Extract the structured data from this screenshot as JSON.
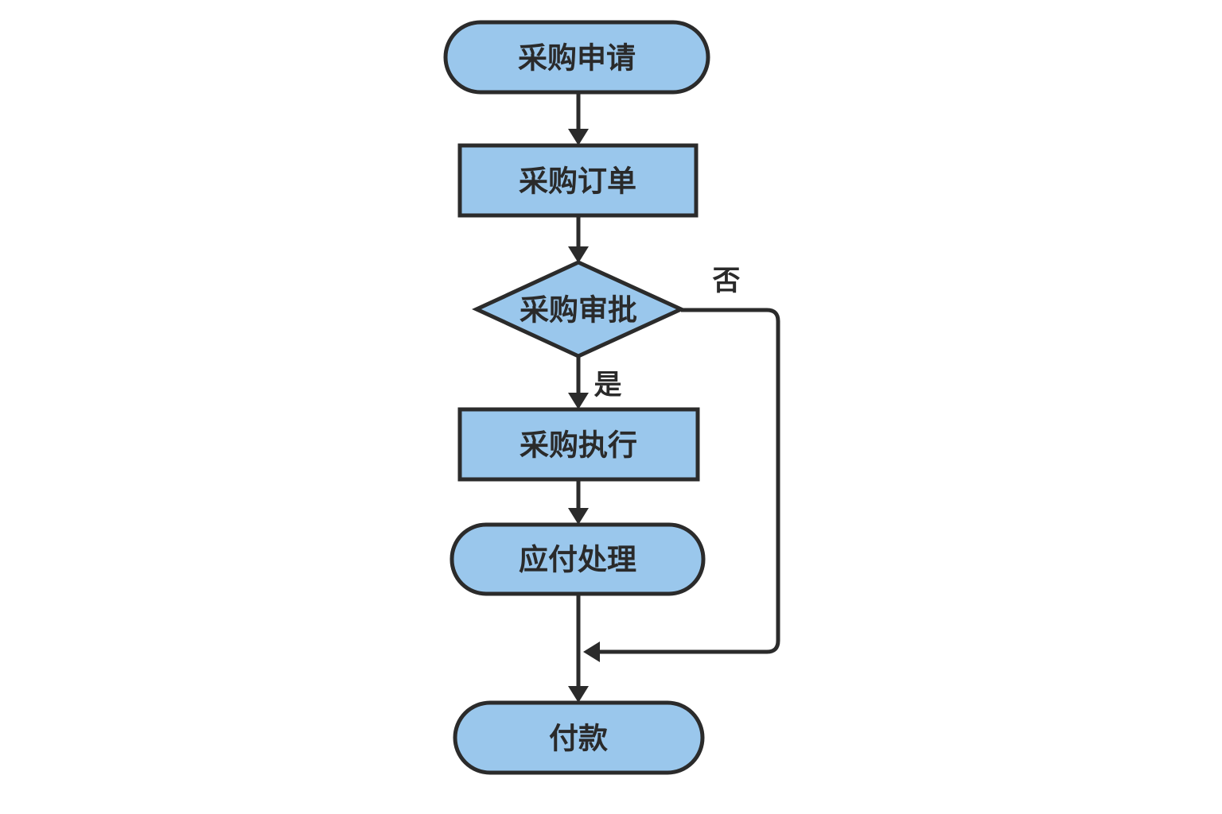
{
  "diagram": {
    "type": "flowchart",
    "language": "zh-CN",
    "topic": "procurement-process",
    "colors": {
      "node_fill": "#9AC7EC",
      "node_stroke": "#2B2B2B",
      "edge_stroke": "#2B2B2B",
      "text": "#2A2A2A",
      "background": "#FFFFFF"
    },
    "nodes": [
      {
        "id": "purchase-request",
        "label": "采购申请",
        "shape": "stadium"
      },
      {
        "id": "purchase-order",
        "label": "采购订单",
        "shape": "rectangle"
      },
      {
        "id": "purchase-approval",
        "label": "采购审批",
        "shape": "diamond"
      },
      {
        "id": "purchase-execution",
        "label": "采购执行",
        "shape": "rectangle"
      },
      {
        "id": "payables-processing",
        "label": "应付处理",
        "shape": "stadium"
      },
      {
        "id": "payment",
        "label": "付款",
        "shape": "stadium"
      }
    ],
    "edges": [
      {
        "from": "purchase-request",
        "to": "purchase-order",
        "label": ""
      },
      {
        "from": "purchase-order",
        "to": "purchase-approval",
        "label": ""
      },
      {
        "from": "purchase-approval",
        "to": "purchase-execution",
        "label": "是"
      },
      {
        "from": "purchase-execution",
        "to": "payables-processing",
        "label": ""
      },
      {
        "from": "payables-processing",
        "to": "payment",
        "label": ""
      },
      {
        "from": "purchase-approval",
        "to": "payment",
        "label": "否"
      }
    ]
  }
}
